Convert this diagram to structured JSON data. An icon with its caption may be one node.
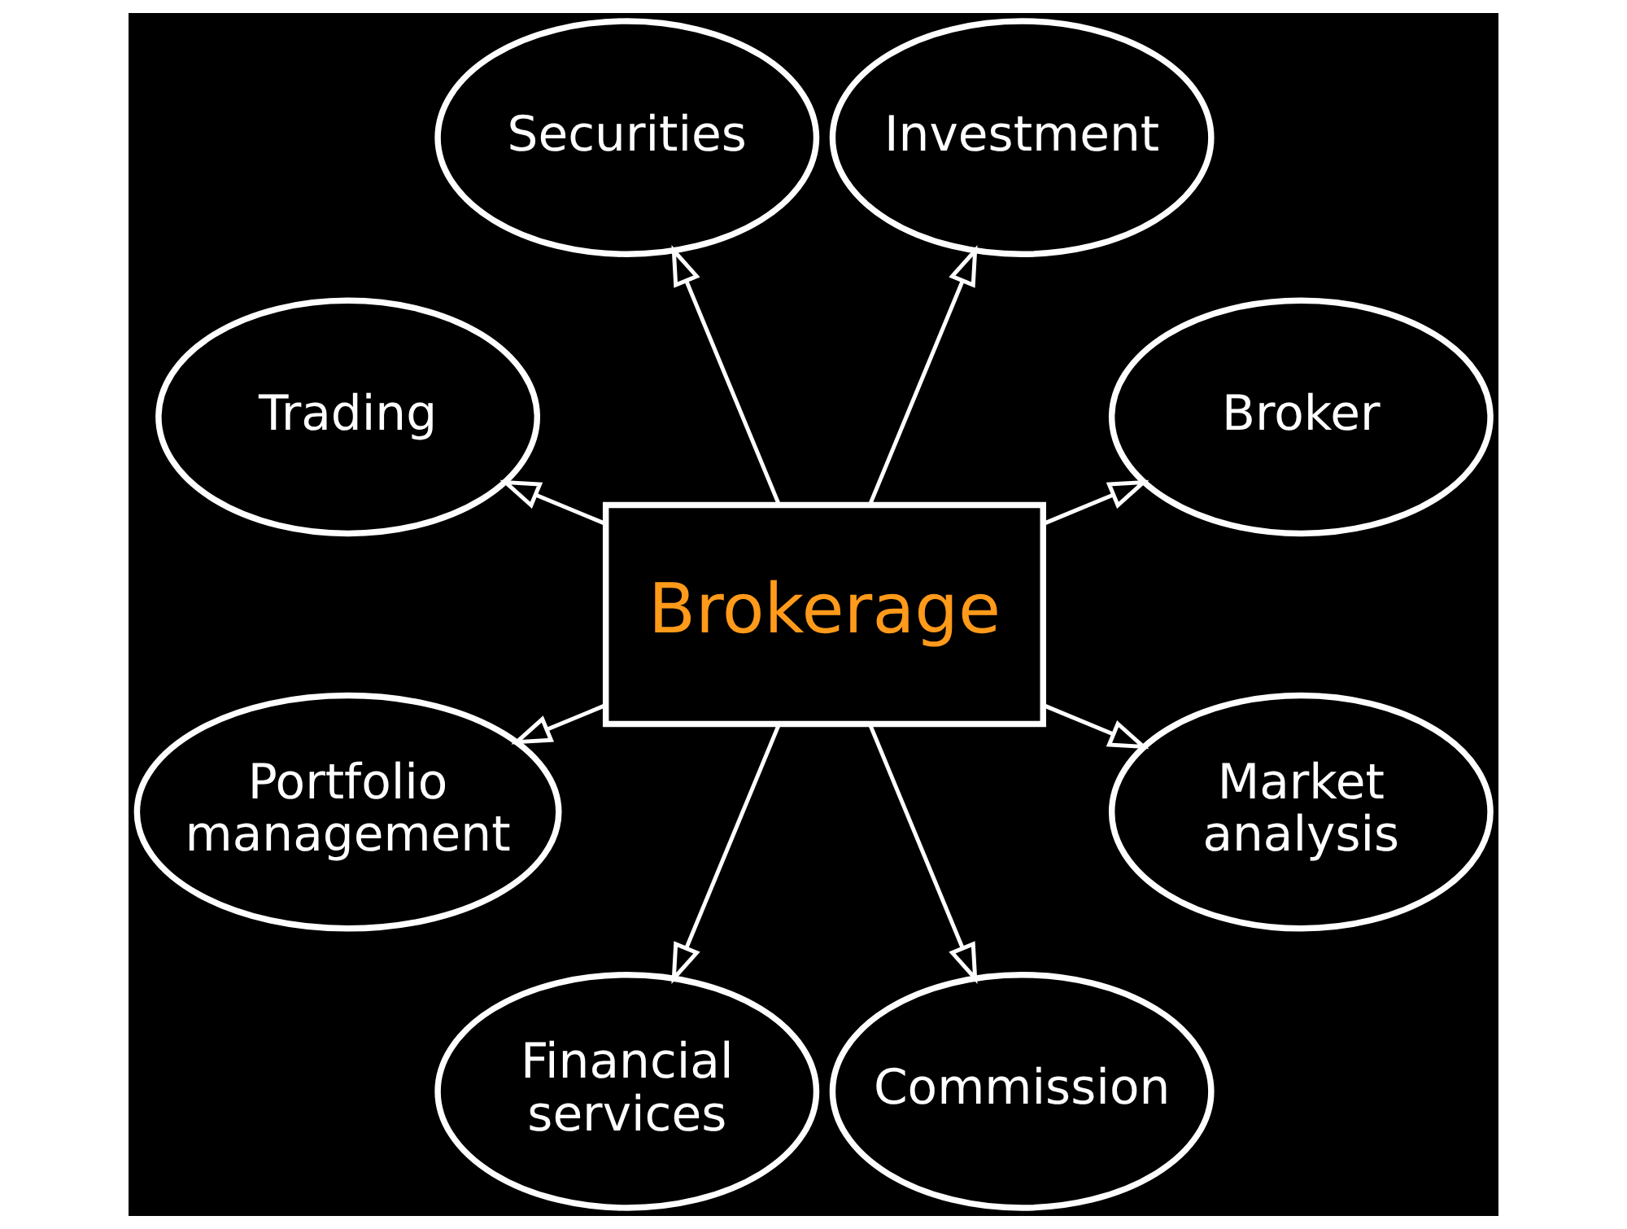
{
  "diagram": {
    "nodes": [
      {
        "text": [
          "Brokerage"
        ]
      },
      {
        "text": [
          "Broker"
        ]
      },
      {
        "text": [
          "Investment"
        ]
      },
      {
        "text": [
          "Securities"
        ]
      },
      {
        "text": [
          "Trading"
        ]
      },
      {
        "text": [
          "Portfolio management"
        ]
      },
      {
        "text": [
          "Financial services"
        ]
      },
      {
        "text": [
          "Commission"
        ]
      },
      {
        "text": [
          "Market analysis"
        ]
      }
    ],
    "edges": [
      {
        "from": 0,
        "to": 1,
        "arrow": "to"
      },
      {
        "from": 0,
        "to": 2,
        "arrow": "to"
      },
      {
        "from": 0,
        "to": 3,
        "arrow": "to"
      },
      {
        "from": 0,
        "to": 4,
        "arrow": "to"
      },
      {
        "from": 0,
        "to": 5,
        "arrow": "to"
      },
      {
        "from": 0,
        "to": 6,
        "arrow": "to"
      },
      {
        "from": 0,
        "to": 7,
        "arrow": "to"
      },
      {
        "from": 0,
        "to": 8,
        "arrow": "to"
      }
    ]
  }
}
